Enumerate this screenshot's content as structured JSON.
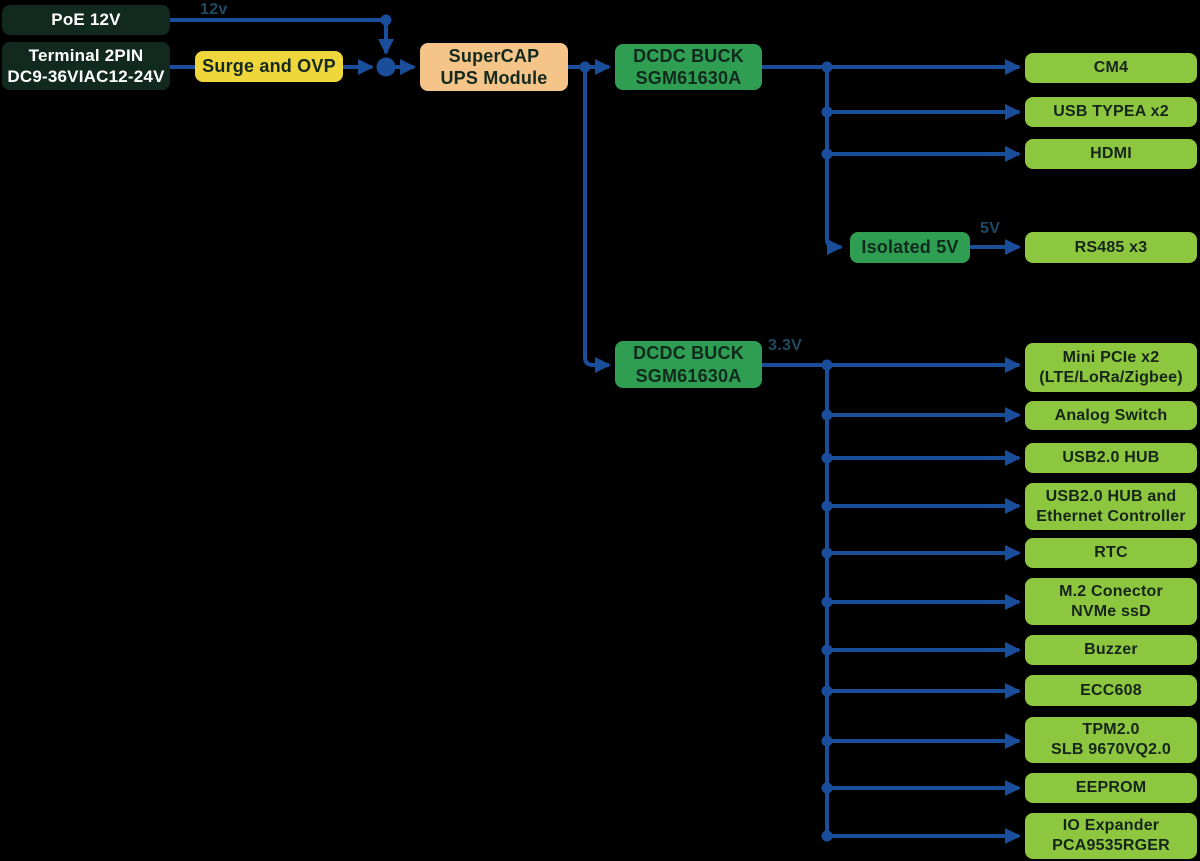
{
  "diagram_title": "Power distribution block diagram",
  "colors": {
    "background": "#000000",
    "wire": "#1a4e9b",
    "voltage_label_text": "#1e4a64",
    "source_box": "#12291f",
    "source_box_text": "#ffffff",
    "surge_box": "#eed63b",
    "supercap_box": "#f5c489",
    "regulator_box": "#2f9e53",
    "load_box": "#8dc63f"
  },
  "sources": {
    "poe": "PoE 12V",
    "terminal": "Terminal 2PIN\nDC9-36VIAC12-24V"
  },
  "power_chain": {
    "surge": "Surge and OVP",
    "supercap": "SuperCAP\nUPS Module",
    "buck_5v": "DCDC BUCK\nSGM61630A",
    "buck_3v3": "DCDC BUCK\nSGM61630A",
    "isolated": "Isolated 5V"
  },
  "voltage_labels": {
    "poe_line": "12v",
    "isolated_line": "5V",
    "buck_3v3_line": "3.3V"
  },
  "loads_5v": [
    "CM4",
    "USB TYPEA x2",
    "HDMI"
  ],
  "load_rs485": "RS485 x3",
  "loads_3v3": [
    "Mini PCIe x2\n(LTE/LoRa/Zigbee)",
    "Analog Switch",
    "USB2.0 HUB",
    "USB2.0 HUB and\nEthernet Controller",
    "RTC",
    "M.2 Conector\nNVMe ssD",
    "Buzzer",
    "ECC608",
    "TPM2.0\nSLB 9670VQ2.0",
    "EEPROM",
    "IO Expander\nPCA9535RGER"
  ]
}
